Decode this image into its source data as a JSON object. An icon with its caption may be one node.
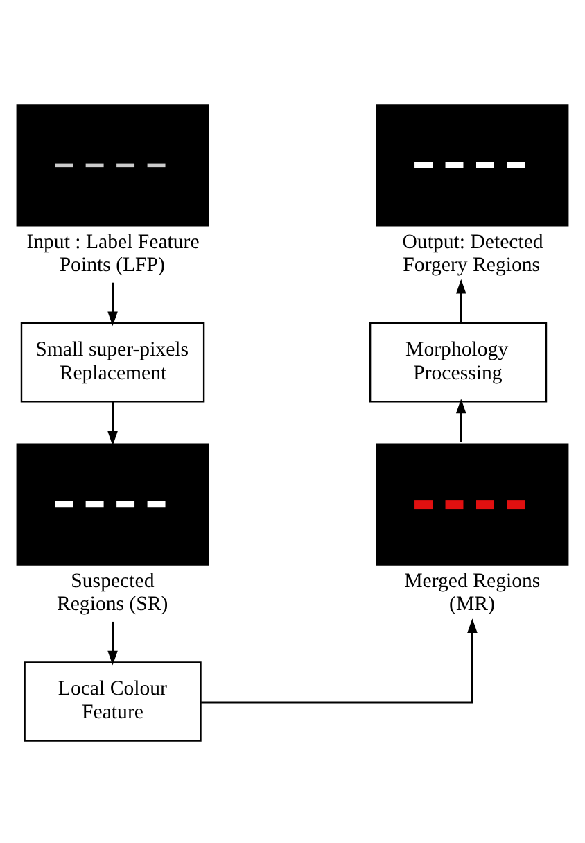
{
  "diagram": {
    "nodes": [
      {
        "text": [
          "Input : Label Feature Points (LFP)"
        ]
      },
      {
        "text": [
          "Small super-pixels Replacement"
        ]
      },
      {
        "text": [
          "Suspected Regions (SR)"
        ]
      },
      {
        "text": [
          "Local Colour Feature"
        ]
      },
      {
        "text": [
          "Merged Regions (MR)"
        ]
      },
      {
        "text": [
          "Morphology Processing"
        ]
      },
      {
        "text": [
          "Output: Detected Forgery Regions"
        ]
      }
    ],
    "edges": [
      {
        "from": 0,
        "to": 1,
        "arrow": "to"
      },
      {
        "from": 1,
        "to": 2,
        "arrow": "to"
      },
      {
        "from": 2,
        "to": 3,
        "arrow": "to"
      },
      {
        "from": 3,
        "to": 4,
        "arrow": "to"
      },
      {
        "from": 4,
        "to": 5,
        "arrow": "to"
      },
      {
        "from": 5,
        "to": 6,
        "arrow": "to"
      }
    ]
  }
}
